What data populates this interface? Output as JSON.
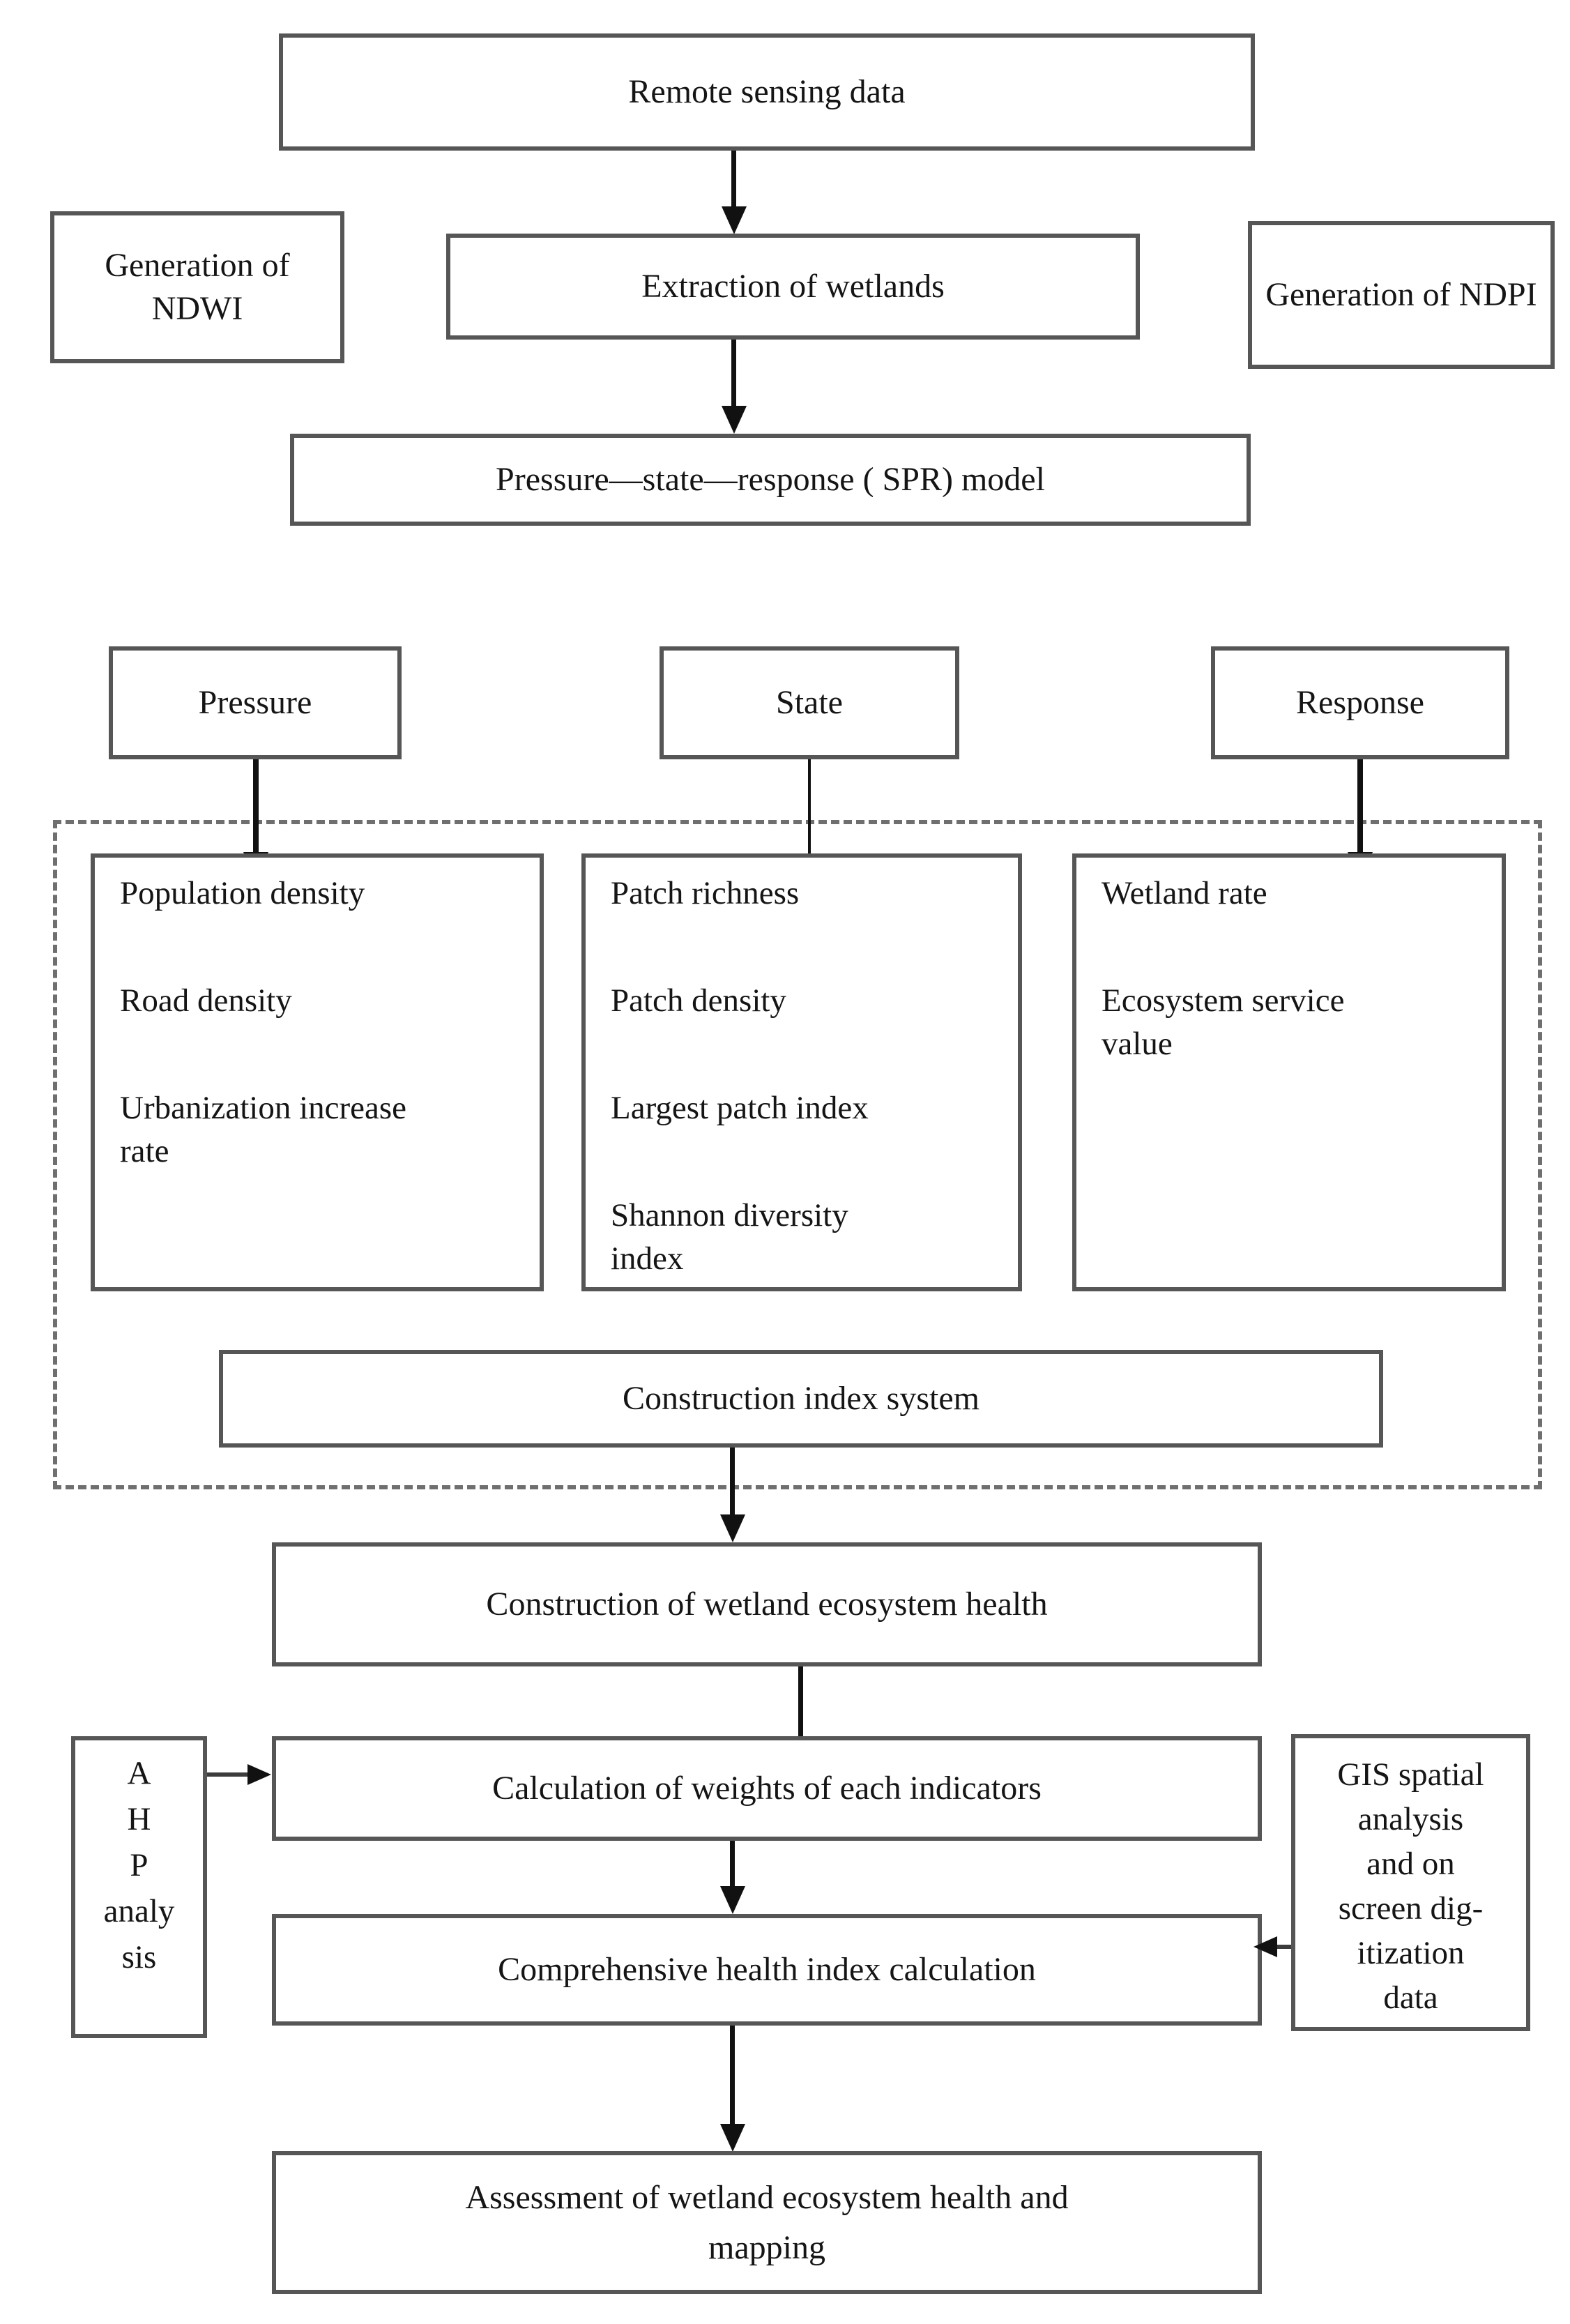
{
  "figure": {
    "background": "#ffffff",
    "box_border_color": "#565656",
    "dashed_border_color": "#6f6f6f",
    "arrow_color": "#111111",
    "text_color": "#151515"
  },
  "nodes": {
    "remote_sensing": {
      "label": "Remote sensing data"
    },
    "ndwi": {
      "label": "Generation of NDWI"
    },
    "extraction": {
      "label": "Extraction of wetlands"
    },
    "ndpi": {
      "label": "Generation of NDPI"
    },
    "spr_model": {
      "label": "Pressure—state—response ( SPR) model"
    },
    "pressure": {
      "label": "Pressure"
    },
    "state": {
      "label": "State"
    },
    "response": {
      "label": "Response"
    },
    "pressure_indicators": {
      "items": [
        {
          "lines": [
            "Population density"
          ]
        },
        {
          "lines": [
            "Road density"
          ]
        },
        {
          "lines": [
            "Urbanization increase",
            "rate"
          ]
        }
      ]
    },
    "state_indicators": {
      "items": [
        {
          "lines": [
            "Patch richness"
          ]
        },
        {
          "lines": [
            "Patch density"
          ]
        },
        {
          "lines": [
            "Largest patch index"
          ]
        },
        {
          "lines": [
            "Shannon diversity",
            "index"
          ]
        }
      ]
    },
    "response_indicators": {
      "items": [
        {
          "lines": [
            "Wetland rate"
          ]
        },
        {
          "lines": [
            "Ecosystem service",
            "value"
          ]
        }
      ]
    },
    "construction_index_system": {
      "label": "Construction index system"
    },
    "construction_health": {
      "label": "Construction of wetland ecosystem health"
    },
    "ahp": {
      "lines": [
        "A",
        "H",
        "P",
        "analy",
        "sis"
      ]
    },
    "calc_weights": {
      "label": "Calculation of weights of each indicators"
    },
    "comprehensive_index": {
      "label": "Comprehensive health index calculation"
    },
    "gis": {
      "lines": [
        "GIS spatial",
        "analysis",
        "and on",
        "screen dig-",
        "itization",
        "data"
      ]
    },
    "assessment": {
      "lines": [
        "Assessment of wetland ecosystem health and",
        "mapping"
      ]
    }
  }
}
